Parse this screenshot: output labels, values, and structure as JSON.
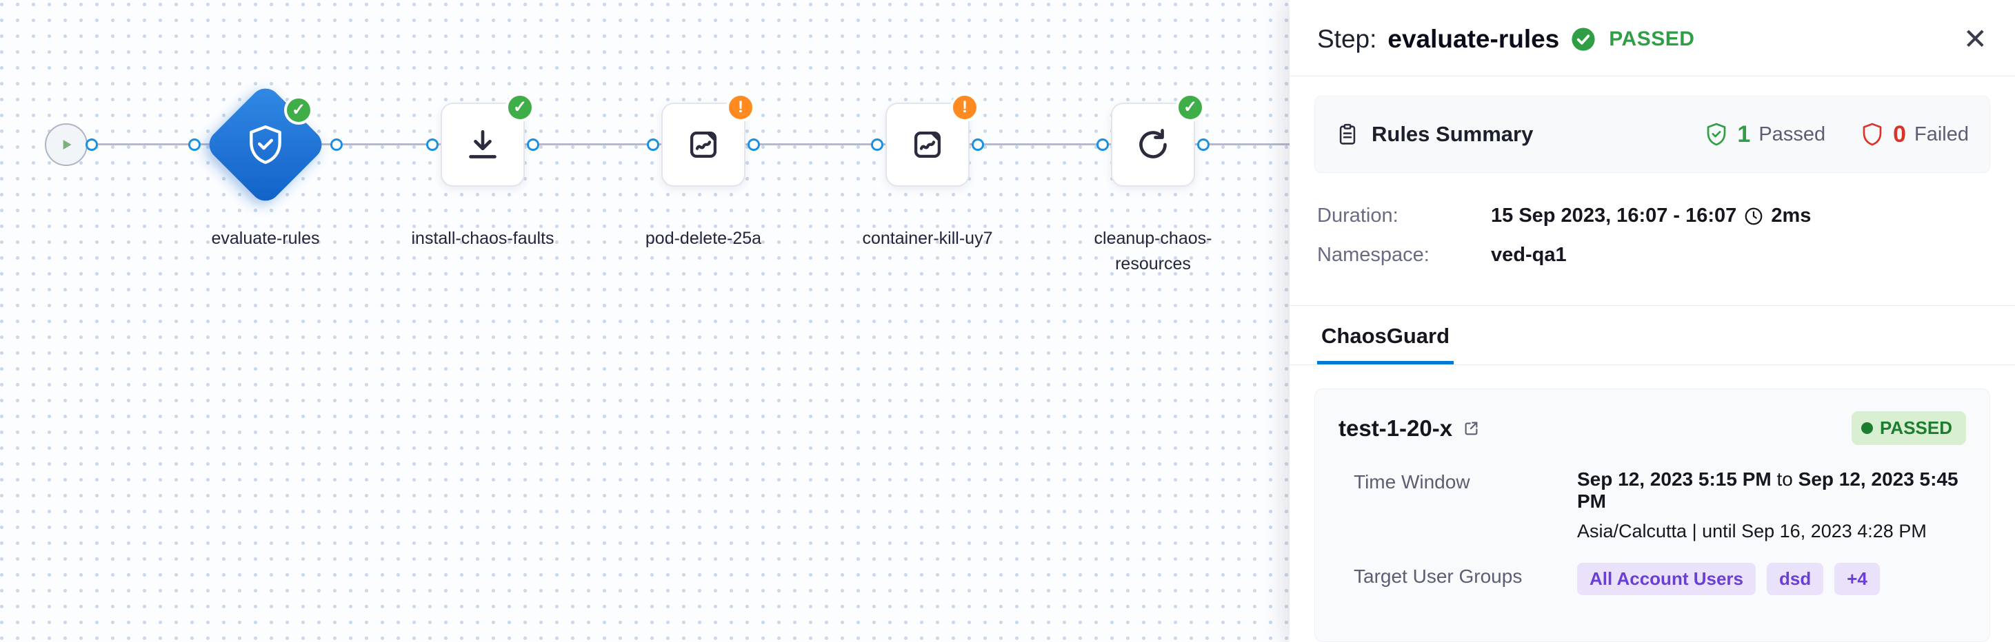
{
  "icons": {
    "check_glyph": "✓",
    "warning_glyph": "!",
    "close_glyph": "✕"
  },
  "canvas": {
    "nodes": [
      {
        "id": "start",
        "type": "start"
      },
      {
        "id": "evaluate-rules",
        "label": "evaluate-rules",
        "status": "passed"
      },
      {
        "id": "install-chaos-faults",
        "label": "install-chaos-faults",
        "status": "passed"
      },
      {
        "id": "pod-delete-25a",
        "label": "pod-delete-25a",
        "status": "warning"
      },
      {
        "id": "container-kill-uy7",
        "label": "container-kill-uy7",
        "status": "warning"
      },
      {
        "id": "cleanup-chaos-resources",
        "label": "cleanup-chaos-resources",
        "status": "passed"
      }
    ]
  },
  "panel": {
    "header": {
      "prefix": "Step:",
      "name": "evaluate-rules",
      "status": "PASSED"
    },
    "rules_summary": {
      "title": "Rules Summary",
      "passed_count": "1",
      "passed_label": "Passed",
      "failed_count": "0",
      "failed_label": "Failed"
    },
    "details": {
      "duration_label": "Duration:",
      "duration_value": "15 Sep 2023, 16:07 - 16:07",
      "duration_elapsed": "2ms",
      "namespace_label": "Namespace:",
      "namespace_value": "ved-qa1"
    },
    "tabs": [
      {
        "label": "ChaosGuard"
      }
    ],
    "condition": {
      "name": "test-1-20-x",
      "status": "PASSED",
      "time_window_label": "Time Window",
      "time_start": "Sep 12, 2023 5:15 PM",
      "time_joiner": "to",
      "time_end": "Sep 12, 2023 5:45 PM",
      "timezone_info": "Asia/Calcutta | until Sep 16, 2023 4:28 PM",
      "groups_label": "Target User Groups",
      "groups": [
        "All Account Users",
        "dsd",
        "+4"
      ]
    }
  },
  "colors": {
    "accent_blue": "#0278d5",
    "success_green": "#2f9e44",
    "warning_orange": "#ff8a1f",
    "error_red": "#d8342a",
    "chip_purple_bg": "#eae2fb",
    "chip_purple_text": "#6b3fd4"
  }
}
